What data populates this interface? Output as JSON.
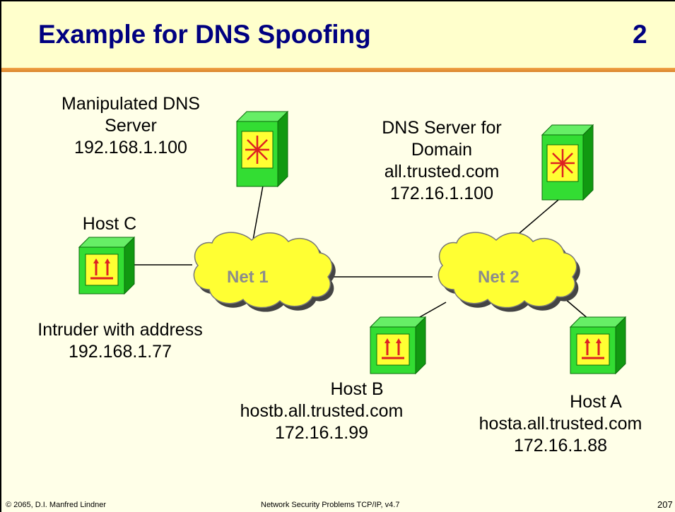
{
  "header": {
    "title": "Example for DNS Spoofing",
    "slide_number": "2"
  },
  "diagram": {
    "nodes": {
      "manipulated_dns": {
        "lines": [
          "Manipulated DNS",
          "Server",
          "192.168.1.100"
        ],
        "icon": "dns-server-icon"
      },
      "trusted_dns": {
        "lines": [
          "DNS Server for",
          "Domain",
          "all.trusted.com",
          "172.16.1.100"
        ],
        "icon": "dns-server-icon"
      },
      "host_c": {
        "name": "Host C",
        "lines": [
          "Intruder with address",
          "192.168.1.77"
        ],
        "icon": "host-icon"
      },
      "host_b": {
        "lines": [
          "Host B",
          "hostb.all.trusted.com",
          "172.16.1.99"
        ],
        "icon": "host-icon"
      },
      "host_a": {
        "lines": [
          "Host A",
          "hosta.all.trusted.com",
          "172.16.1.88"
        ],
        "icon": "host-icon"
      }
    },
    "networks": {
      "net1": "Net 1",
      "net2": "Net 2"
    }
  },
  "footer": {
    "copyright": "© 2065, D.I. Manfred Lindner",
    "course": "Network Security Problems TCP/IP, v4.7",
    "page": "207"
  },
  "colors": {
    "title": "#000080",
    "slide_bg": "#ffffe8",
    "title_rule": "#e8952f",
    "cloud_fill": "#ffff33",
    "device_green": "#22cc22",
    "device_inner": "#ffff33",
    "device_symbol": "#dd2222"
  }
}
